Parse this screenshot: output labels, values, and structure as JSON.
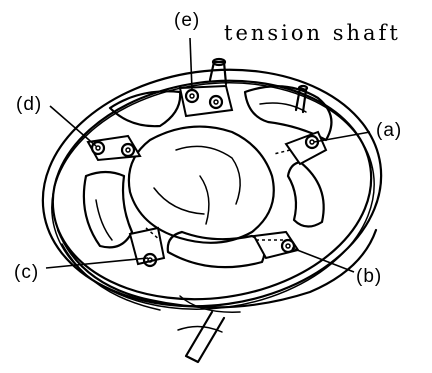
{
  "labels": {
    "e": "(e)",
    "tension_shaft": "tension shaft",
    "d": "(d)",
    "a": "(a)",
    "c": "(c)",
    "b": "(b)"
  }
}
